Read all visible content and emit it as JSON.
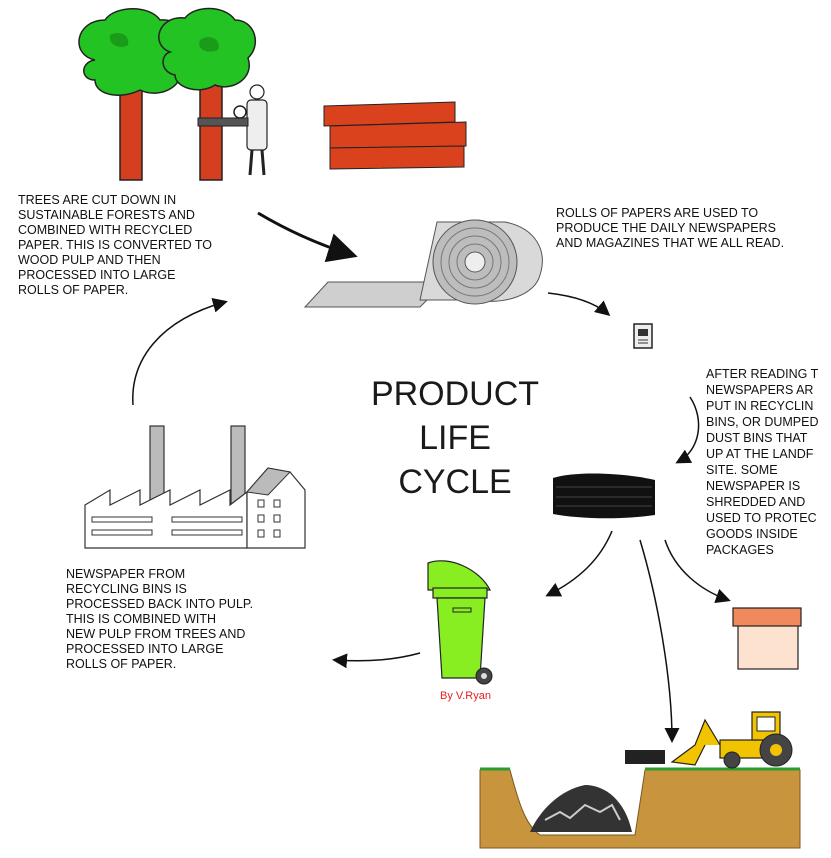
{
  "diagram": {
    "title_lines": [
      "PRODUCT",
      "LIFE",
      "CYCLE"
    ],
    "credit": "By V.Ryan",
    "captions": {
      "trees": [
        "TREES ARE CUT DOWN IN",
        "SUSTAINABLE FORESTS AND",
        "COMBINED WITH RECYCLED",
        "PAPER. THIS IS CONVERTED TO",
        "WOOD PULP AND THEN",
        "PROCESSED INTO LARGE",
        "ROLLS OF PAPER."
      ],
      "rolls": [
        "ROLLS OF PAPERS ARE USED TO",
        "PRODUCE THE DAILY NEWSPAPERS",
        "AND MAGAZINES THAT WE ALL READ."
      ],
      "after_reading": [
        "AFTER READING T",
        "NEWSPAPERS AR",
        "PUT IN RECYCLIN",
        "BINS, OR DUMPED",
        "DUST BINS THAT",
        "UP AT THE LANDF",
        "SITE. SOME",
        "NEWSPAPER IS",
        "SHREDDED AND",
        "USED TO PROTEC",
        "GOODS INSIDE",
        "PACKAGES"
      ],
      "recycling": [
        "NEWSPAPER FROM",
        "RECYCLING BINS IS",
        "PROCESSED BACK INTO PULP.",
        "THIS IS COMBINED WITH",
        "NEW PULP FROM TREES AND",
        "PROCESSED INTO LARGE",
        "ROLLS OF PAPER."
      ]
    },
    "colors": {
      "tree_foliage": "#22c322",
      "tree_trunk": "#d43f1f",
      "timber": "#d9421c",
      "bin": "#88ee22",
      "box_lid": "#f08a5d",
      "box_body": "#fde3cf",
      "earth": "#c8943d",
      "grass": "#2e9b2e",
      "digger": "#f2c400",
      "credit": "#e02020"
    }
  }
}
